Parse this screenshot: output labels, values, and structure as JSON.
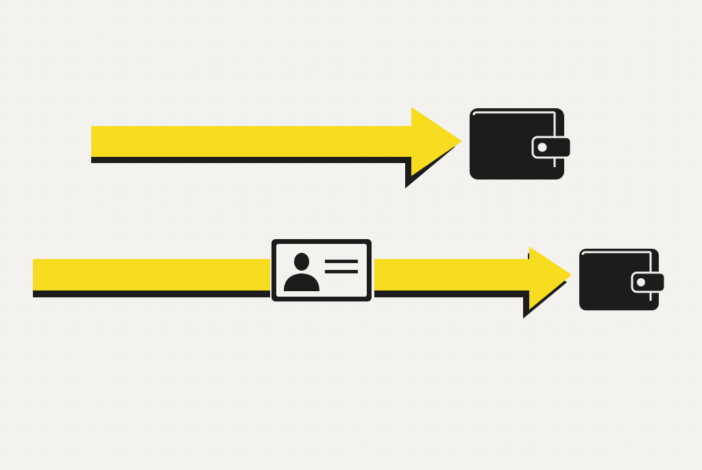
{
  "palette": {
    "background": "#f4f2ef",
    "arrow_fill": "#f7dc1f",
    "shadow": "#1c1c1c",
    "icon": "#1c1c1c",
    "card_bg": "#f4f2ef"
  },
  "flows": [
    {
      "id": "direct",
      "steps": [
        "arrow",
        "wallet-icon"
      ]
    },
    {
      "id": "with-identity",
      "steps": [
        "arrow",
        "id-card-icon",
        "arrow",
        "wallet-icon"
      ]
    }
  ]
}
